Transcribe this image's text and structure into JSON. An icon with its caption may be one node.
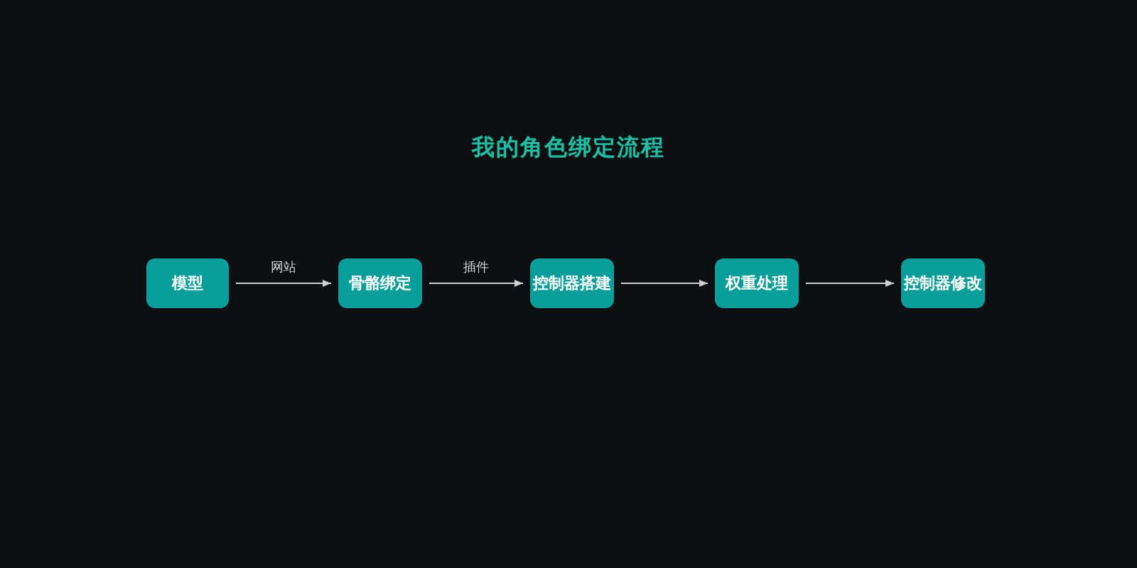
{
  "diagram": {
    "title": "我的角色绑定流程",
    "nodes": [
      {
        "text": [
          "模型"
        ]
      },
      {
        "text": [
          "骨骼绑定"
        ]
      },
      {
        "text": [
          "控制器搭建"
        ]
      },
      {
        "text": [
          "权重处理"
        ]
      },
      {
        "text": [
          "控制器修改"
        ]
      }
    ],
    "edges": [
      {
        "from": 0,
        "to": 1,
        "arrow": "to",
        "label": "网站"
      },
      {
        "from": 1,
        "to": 2,
        "arrow": "to",
        "label": "插件"
      },
      {
        "from": 2,
        "to": 3,
        "arrow": "to"
      },
      {
        "from": 3,
        "to": 4,
        "arrow": "to"
      }
    ]
  }
}
